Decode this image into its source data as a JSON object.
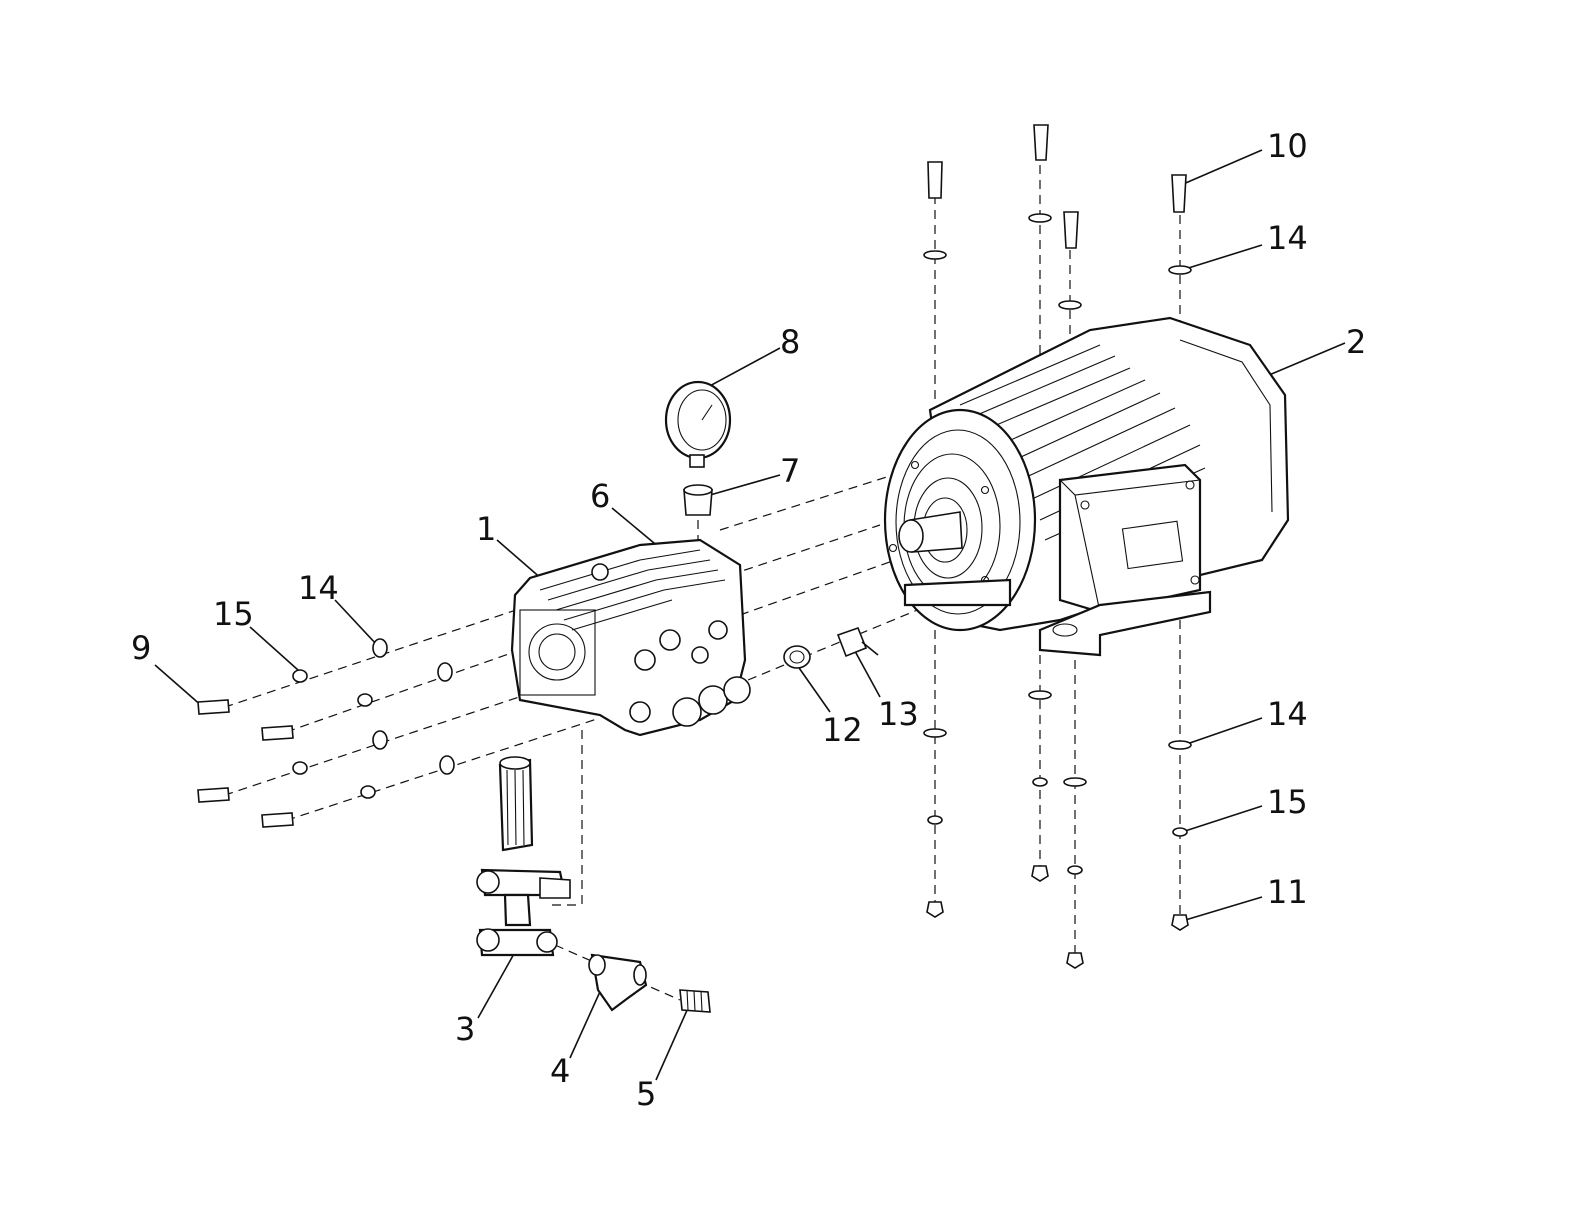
{
  "diagram": {
    "callouts": [
      {
        "id": "c1",
        "text": "1"
      },
      {
        "id": "c2",
        "text": "2"
      },
      {
        "id": "c3",
        "text": "3"
      },
      {
        "id": "c4",
        "text": "4"
      },
      {
        "id": "c5",
        "text": "5"
      },
      {
        "id": "c6",
        "text": "6"
      },
      {
        "id": "c7",
        "text": "7"
      },
      {
        "id": "c8",
        "text": "8"
      },
      {
        "id": "c9",
        "text": "9"
      },
      {
        "id": "c10",
        "text": "10"
      },
      {
        "id": "c11",
        "text": "11"
      },
      {
        "id": "c12",
        "text": "12"
      },
      {
        "id": "c13",
        "text": "13"
      },
      {
        "id": "c14a",
        "text": "14"
      },
      {
        "id": "c14b",
        "text": "14"
      },
      {
        "id": "c14c",
        "text": "14"
      },
      {
        "id": "c15a",
        "text": "15"
      },
      {
        "id": "c15b",
        "text": "15"
      }
    ]
  },
  "colors": {
    "ink": "#111111",
    "paper": "#ffffff"
  }
}
